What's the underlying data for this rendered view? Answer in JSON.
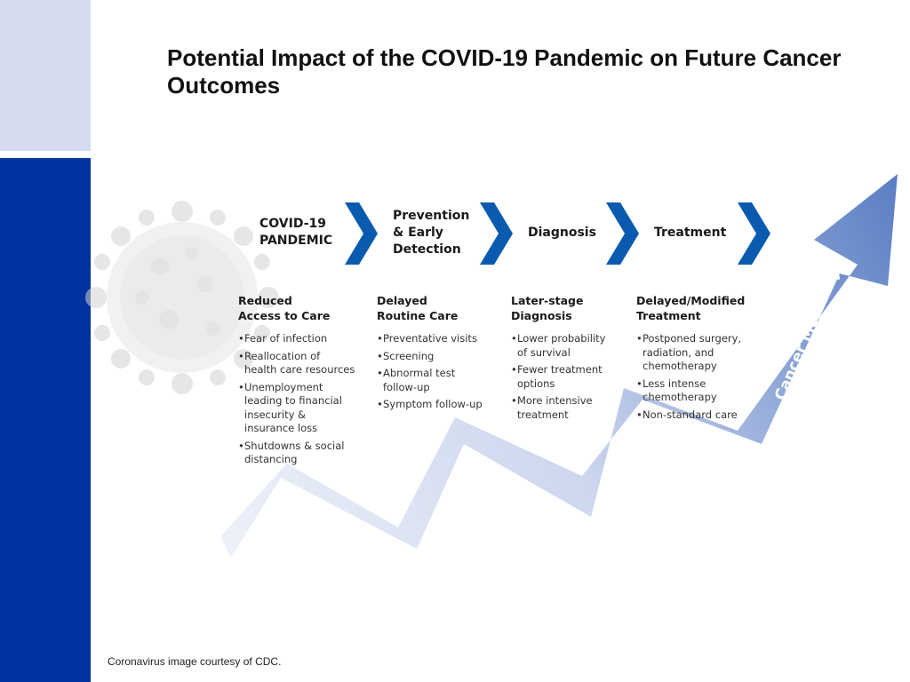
{
  "slide": {
    "title": "Potential Impact of the COVID-19 Pandemic on Future Cancer Outcomes",
    "credit": "Coronavirus image courtesy of CDC."
  },
  "stages": [
    {
      "lines": [
        "COVID-19",
        "PANDEMIC"
      ]
    },
    {
      "lines": [
        "Prevention",
        "& Early",
        "Detection"
      ]
    },
    {
      "lines": [
        "Diagnosis"
      ]
    },
    {
      "lines": [
        "Treatment"
      ]
    }
  ],
  "columns": [
    {
      "heading": [
        "Reduced",
        "Access to Care"
      ],
      "bullets": [
        "Fear of infection",
        "Reallocation of health care resources",
        "Unemployment leading to financial insecurity & insurance loss",
        "Shutdowns & social distancing"
      ]
    },
    {
      "heading": [
        "Delayed",
        "Routine Care"
      ],
      "bullets": [
        "Preventative visits",
        "Screening",
        "Abnormal test follow-up",
        "Symptom follow-up"
      ]
    },
    {
      "heading": [
        "Later-stage",
        "Diagnosis"
      ],
      "bullets": [
        "Lower probability of survival",
        "Fewer treatment options",
        "More intensive treatment"
      ]
    },
    {
      "heading": [
        "Delayed/Modified",
        "Treatment"
      ],
      "bullets": [
        "Postponed surgery, radiation, and chemotherapy",
        "Less intense chemotherapy",
        "Non-standard care"
      ]
    }
  ],
  "arrow_label": "Cancer Mortality",
  "icons": {
    "chevron": "chevron-right-icon",
    "virus": "coronavirus-image"
  },
  "colors": {
    "brand_blue": "#0033a0",
    "side_light": "#d5dcef",
    "chevron": "#0a5bb0",
    "arrow_dark": "#5b7fc4"
  }
}
